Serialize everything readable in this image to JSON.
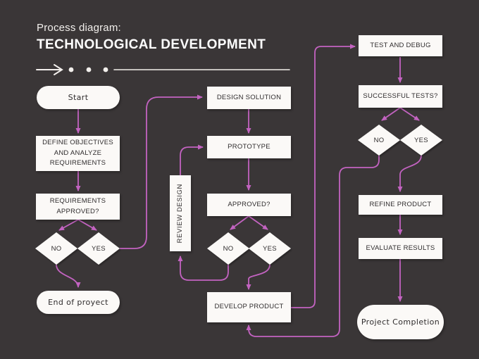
{
  "title": {
    "kicker": "Process diagram:",
    "heading": "TECHNOLOGICAL DEVELOPMENT"
  },
  "colors": {
    "background": "#3a3637",
    "connector": "#c363c1",
    "node_fill": "#fbf9f7",
    "node_text": "#2f2c2d",
    "title_text": "#f2efec"
  },
  "header_motif": {
    "arrow_icon": "right-arrow",
    "dot_count": 3
  },
  "nodes": {
    "start": "Start",
    "define_objectives": "DEFINE OBJECTIVES AND ANALYZE REQUIREMENTS",
    "requirements_approved": "REQUIREMENTS APPROVED?",
    "req_no": "NO",
    "req_yes": "YES",
    "end_of_project": "End of proyect",
    "design_solution": "DESIGN SOLUTION",
    "prototype": "PROTOTYPE",
    "review_design": "REVIEW DESIGN",
    "approved": "APPROVED?",
    "approved_no": "NO",
    "approved_yes": "YES",
    "develop_product": "DEVELOP PRODUCT",
    "test_and_debug": "TEST AND DEBUG",
    "successful_tests": "SUCCESSFUL TESTS?",
    "tests_no": "NO",
    "tests_yes": "YES",
    "refine_product": "REFINE PRODUCT",
    "evaluate_results": "EVALUATE RESULTS",
    "project_completion": "Project Completion"
  },
  "edges": [
    {
      "from": "start",
      "to": "define_objectives"
    },
    {
      "from": "define_objectives",
      "to": "requirements_approved"
    },
    {
      "from": "requirements_approved",
      "to": "req_no"
    },
    {
      "from": "requirements_approved",
      "to": "req_yes"
    },
    {
      "from": "req_no",
      "to": "end_of_project"
    },
    {
      "from": "req_yes",
      "to": "design_solution"
    },
    {
      "from": "design_solution",
      "to": "prototype"
    },
    {
      "from": "prototype",
      "to": "approved"
    },
    {
      "from": "approved",
      "to": "approved_no"
    },
    {
      "from": "approved",
      "to": "approved_yes"
    },
    {
      "from": "approved_no",
      "to": "review_design"
    },
    {
      "from": "review_design",
      "to": "prototype"
    },
    {
      "from": "approved_yes",
      "to": "develop_product"
    },
    {
      "from": "develop_product",
      "to": "test_and_debug"
    },
    {
      "from": "test_and_debug",
      "to": "successful_tests"
    },
    {
      "from": "successful_tests",
      "to": "tests_no"
    },
    {
      "from": "successful_tests",
      "to": "tests_yes"
    },
    {
      "from": "tests_no",
      "to": "develop_product"
    },
    {
      "from": "tests_yes",
      "to": "refine_product"
    },
    {
      "from": "refine_product",
      "to": "evaluate_results"
    },
    {
      "from": "evaluate_results",
      "to": "project_completion"
    }
  ]
}
